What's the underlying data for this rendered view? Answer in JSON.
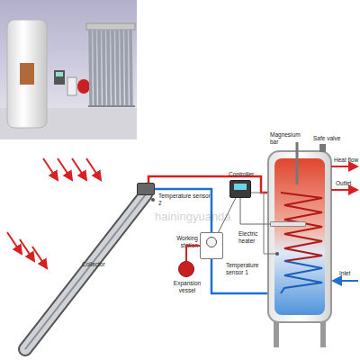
{
  "diagram": {
    "nodes": [
      {
        "text": [
          "Collector"
        ]
      },
      {
        "text": [
          "Working station"
        ]
      },
      {
        "text": [
          "Controller"
        ]
      },
      {
        "text": [
          "Expansion vessel"
        ]
      },
      {
        "text": [
          "Electric heater"
        ]
      }
    ],
    "edges": [
      {
        "from": 0,
        "to": 1,
        "arrow": "none"
      },
      {
        "from": 3,
        "to": 1,
        "arrow": "none"
      },
      {
        "from": 2,
        "to": 1,
        "arrow": "none"
      },
      {
        "from": 2,
        "to": 4,
        "arrow": "none"
      }
    ],
    "labels": [
      "Magnesium bar",
      "Safe valve",
      "Heat flow",
      "Outlet",
      "Temperature sensor 1",
      "Inlet",
      "Temperature sensor 2",
      "hainingyuanda"
    ]
  }
}
